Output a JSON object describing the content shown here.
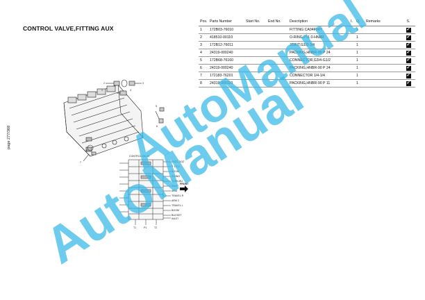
{
  "page": {
    "title": "CONTROL VALVE,FITTING AUX",
    "page_number": "page 277/368"
  },
  "table": {
    "headers": {
      "pos": "Pos.",
      "parts_number": "Parts Number",
      "start_no": "Start No.",
      "end_no": "End No.",
      "description": "Description",
      "i": "I.",
      "q": "Q.",
      "remarks": "Remarks",
      "s": "S."
    },
    "rows": [
      {
        "pos": "1",
        "parts_number": "172B03-76010",
        "start_no": "",
        "end_no": "",
        "description": "FITTING CA04F04Y",
        "i": "",
        "q": "1",
        "remarks": "",
        "s": true
      },
      {
        "pos": "2",
        "parts_number": "418510-00110",
        "start_no": "",
        "end_no": "",
        "description": "O-RING,P11.0-HNBR",
        "i": "",
        "q": "1",
        "remarks": "",
        "s": true
      },
      {
        "pos": "3",
        "parts_number": "172B12-76011",
        "start_no": "",
        "end_no": "",
        "description": "JOINT,G1/2-3/4",
        "i": "",
        "q": "1",
        "remarks": "",
        "s": true
      },
      {
        "pos": "4",
        "parts_number": "24319-000240",
        "start_no": "",
        "end_no": "",
        "description": "PACKING,HNBR-90 P 24",
        "i": "",
        "q": "1",
        "remarks": "",
        "s": true
      },
      {
        "pos": "5",
        "parts_number": "172B68-76160",
        "start_no": "",
        "end_no": "",
        "description": "CONNECTOR,G3/4-G1/2",
        "i": "",
        "q": "1",
        "remarks": "",
        "s": true
      },
      {
        "pos": "6",
        "parts_number": "24319-000240",
        "start_no": "",
        "end_no": "",
        "description": "PACKING,HNBR-90 P 24",
        "i": "",
        "q": "1",
        "remarks": "",
        "s": true
      },
      {
        "pos": "7",
        "parts_number": "172183-76201",
        "start_no": "",
        "end_no": "",
        "description": "CONNECTOR 1/4-1/4",
        "i": "",
        "q": "1",
        "remarks": "",
        "s": true
      },
      {
        "pos": "8",
        "parts_number": "24319-000110",
        "start_no": "",
        "end_no": "",
        "description": "PACKING,HNBR-90 P 11",
        "i": "",
        "q": "1",
        "remarks": "",
        "s": true
      }
    ],
    "check_glyph": "✔"
  },
  "diagram": {
    "callouts": [
      "1",
      "2",
      "3",
      "4",
      "5",
      "6",
      "7",
      "8"
    ],
    "schematic_title": "CONTROL VALVE",
    "front_label": "FRONT",
    "right_labels": [
      "DOZ1 DOZ",
      "P 1 S 2",
      "BOOM",
      "SWING",
      "TURN BU",
      "INLET",
      "ARM",
      "TRAVEL R",
      "ARM 2",
      "TRAVEL L",
      "BOOM",
      "BUCKET",
      "INLET"
    ],
    "bottom_labels": [
      "T1",
      "P1",
      "T2"
    ]
  },
  "watermark": {
    "line1": "AutoManual",
    "line2": "AutoManual",
    "color": "#35b9e8"
  }
}
